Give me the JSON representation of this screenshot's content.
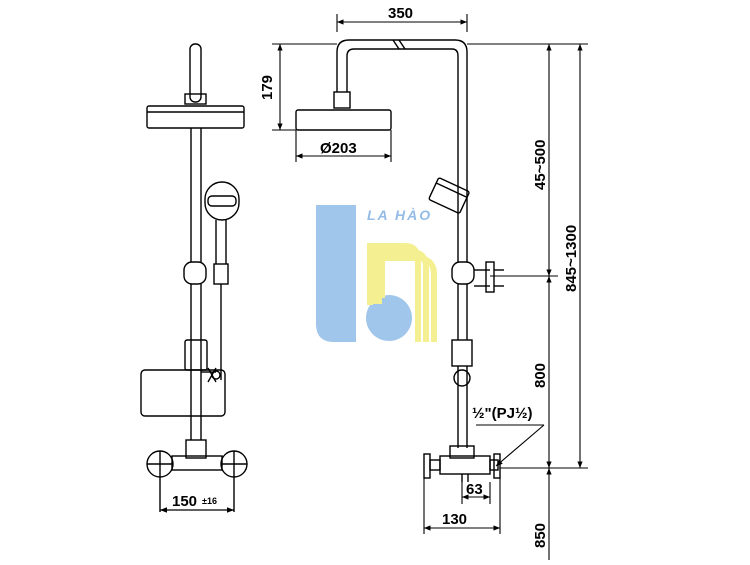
{
  "watermark": {
    "text": "LA HÀO",
    "colors": {
      "blue": "#9cc3ea",
      "yellow": "#f4f08c",
      "text": "#8fb9e6"
    }
  },
  "dimensions": {
    "top_width": "350",
    "head_height": "179",
    "head_diameter": "Ø203",
    "slide_range": "45~500",
    "total_height": "845~1300",
    "mixer_height": "800",
    "floor_height": "850",
    "thread": "½\"(PJ½)",
    "center_spacing": "150",
    "center_tolerance": "±16",
    "outlet_offset": "63",
    "projection": "130"
  },
  "line_color": "#000000"
}
